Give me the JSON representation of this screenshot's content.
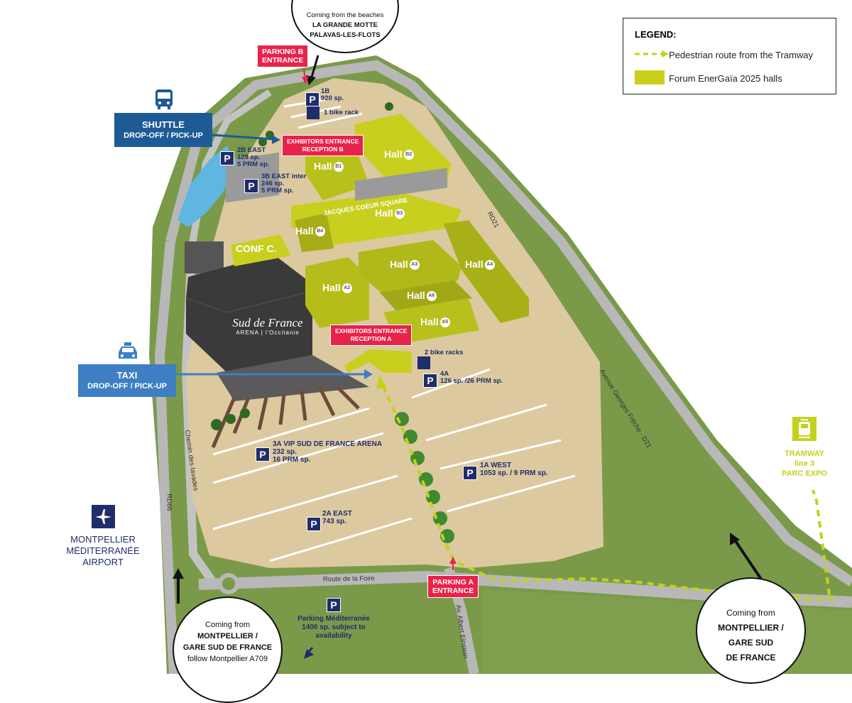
{
  "legend": {
    "title": "LEGEND:",
    "items": [
      {
        "label": "Pedestrian route from the Tramway",
        "icon": "dashed-arrow-icon"
      },
      {
        "label": "Forum EnerGaïa 2025 halls",
        "icon": "hall-swatch-icon"
      }
    ]
  },
  "colors": {
    "grass": "#7a9a4a",
    "road": "#b8b8b8",
    "ground": "#dcc9a0",
    "hall": "#c9cf1f",
    "hall_dark": "#9da61a",
    "water": "#5fb6e0",
    "navy": "#1f2d6b",
    "shuttle_blue": "#1e5a96",
    "taxi_blue": "#3d7fc2",
    "red": "#e8234a",
    "tram": "#c4d11c"
  },
  "beaches_circle": {
    "line1": "Coming from the beaches",
    "line2": "LA GRANDE MOTTE",
    "line3": "PALAVAS-LES-FLOTS"
  },
  "montpellier_left_circle": {
    "line1": "Coming from",
    "line2": "MONTPELLIER /",
    "line3": "GARE SUD DE FRANCE",
    "line4": "follow Montpellier A709"
  },
  "montpellier_right_circle": {
    "line1": "Coming from",
    "line2": "MONTPELLIER /",
    "line3": "GARE SUD",
    "line4": "DE FRANCE"
  },
  "shuttle": {
    "title": "SHUTTLE",
    "subtitle": "DROP-OFF / PICK-UP",
    "icon": "bus-icon"
  },
  "taxi": {
    "title": "TAXI",
    "subtitle": "DROP-OFF / PICK-UP",
    "icon": "taxi-icon"
  },
  "airport": {
    "line1": "MONTPELLIER",
    "line2": "MÉDITERRANÉE",
    "line3": "AIRPORT",
    "icon": "plane-icon"
  },
  "tramway": {
    "line1": "TRAMWAY",
    "line2": "line 3",
    "line3": "PARC EXPO",
    "icon": "tram-icon"
  },
  "pins": {
    "parking_b": {
      "line1": "PARKING B",
      "line2": "ENTRANCE"
    },
    "parking_a": {
      "line1": "PARKING A",
      "line2": "ENTRANCE"
    },
    "exhibitors_b": {
      "line1": "EXHIBITORS ENTRANCE",
      "line2": "RECEPTION B"
    },
    "exhibitors_a": {
      "line1": "EXHIBITORS ENTRANCE",
      "line2": "RECEPTION A"
    }
  },
  "parkings": {
    "p1b": {
      "name": "1B",
      "l2": "920 sp.",
      "l3": "1 bike rack"
    },
    "p2b": {
      "name": "2B EAST",
      "l2": "129 sp.",
      "l3": "5 PRM sp."
    },
    "p3b": {
      "name": "3B EAST inter",
      "l2": "246 sp.",
      "l3": "5 PRM sp."
    },
    "p4a": {
      "name": "4A",
      "l2": "126 sp. /26 PRM sp."
    },
    "bike": {
      "name": "2 bike racks"
    },
    "p3a": {
      "name": "3A VIP SUD DE FRANCE ARENA",
      "l2": "232 sp.",
      "l3": "16 PRM sp."
    },
    "p1a": {
      "name": "1A WEST",
      "l2": "1053 sp. / 9 PRM sp."
    },
    "p2a": {
      "name": "2A EAST",
      "l2": "743 sp."
    },
    "med": {
      "name": "Parking Méditerranée",
      "l2": "1400 sp. subject to",
      "l3": "availability"
    },
    "badge": "P"
  },
  "halls": {
    "prefix": "Hall",
    "b1": "B1",
    "b2": "B2",
    "b3": "B3",
    "b4": "B4",
    "a2": "A2",
    "a3": "A3",
    "a4": "A4",
    "a5": "A5",
    "a6": "A6",
    "conf": "CONF C.",
    "square": "JACQUES COEUR SQUARE"
  },
  "arena": {
    "line1": "Sud de France",
    "line2": "ARENA | l'Occitanie"
  },
  "roads": {
    "rd21": "RD21",
    "rd66": "RD66",
    "avenue": "Avenue Georges Frêche - D21",
    "chemin": "Chemin des Iavades",
    "foire": "Route de la Foire",
    "einstein": "Av. Albert Einstein"
  }
}
